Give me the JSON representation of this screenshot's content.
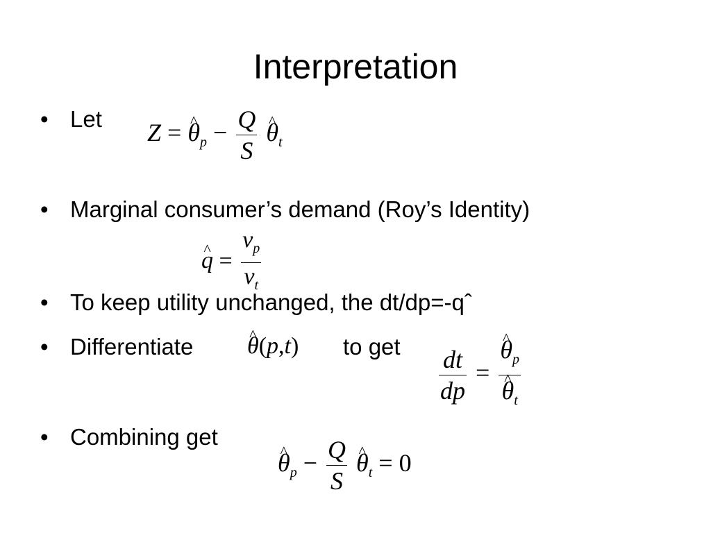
{
  "slide": {
    "title": "Interpretation",
    "bullets": [
      {
        "marker": "•",
        "text": "Let"
      },
      {
        "marker": "•",
        "text": "Marginal consumer’s demand (Roy’s Identity)"
      },
      {
        "marker": "•",
        "text": "To keep utility unchanged, the dt/dp=-qˆ"
      },
      {
        "marker": "•",
        "text": "Differentiate",
        "text2": "to get"
      },
      {
        "marker": "•",
        "text": "Combining get"
      }
    ],
    "equations": {
      "eq1": {
        "lhs": "Z",
        "eq": "=",
        "theta": "θ",
        "p": "p",
        "minus": "−",
        "num": "Q",
        "den": "S",
        "t": "t"
      },
      "eq2": {
        "q": "q",
        "eq": "=",
        "v": "v",
        "p": "p",
        "t": "t"
      },
      "eq3": {
        "theta": "θ",
        "open": "(",
        "p": "p",
        "comma": ",",
        "t": "t",
        "close": ")"
      },
      "eq4": {
        "num": "dt",
        "den": "dp",
        "eq": "=",
        "theta": "θ",
        "p": "p",
        "t": "t"
      },
      "eq5": {
        "theta": "θ",
        "p": "p",
        "minus": "−",
        "num": "Q",
        "den": "S",
        "t": "t",
        "eq": "=",
        "zero": "0"
      }
    }
  }
}
